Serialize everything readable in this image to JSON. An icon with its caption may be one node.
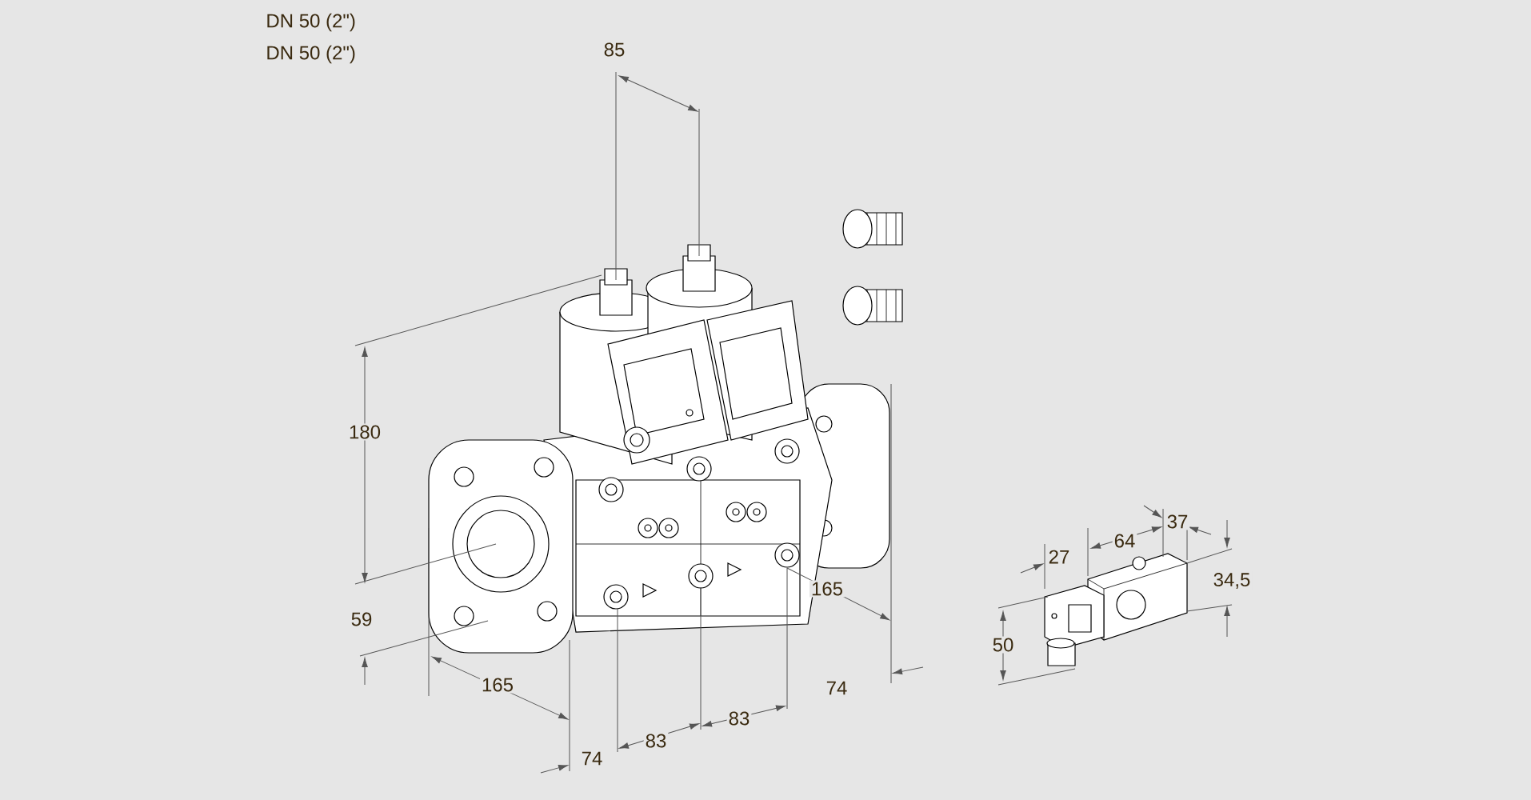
{
  "diagram": {
    "labels": [
      "DN 50 (2\")",
      "DN 50 (2\")",
      "85",
      "180",
      "59",
      "165",
      "74",
      "83",
      "83",
      "165",
      "74",
      "27",
      "64",
      "37",
      "34,5",
      "50"
    ]
  }
}
